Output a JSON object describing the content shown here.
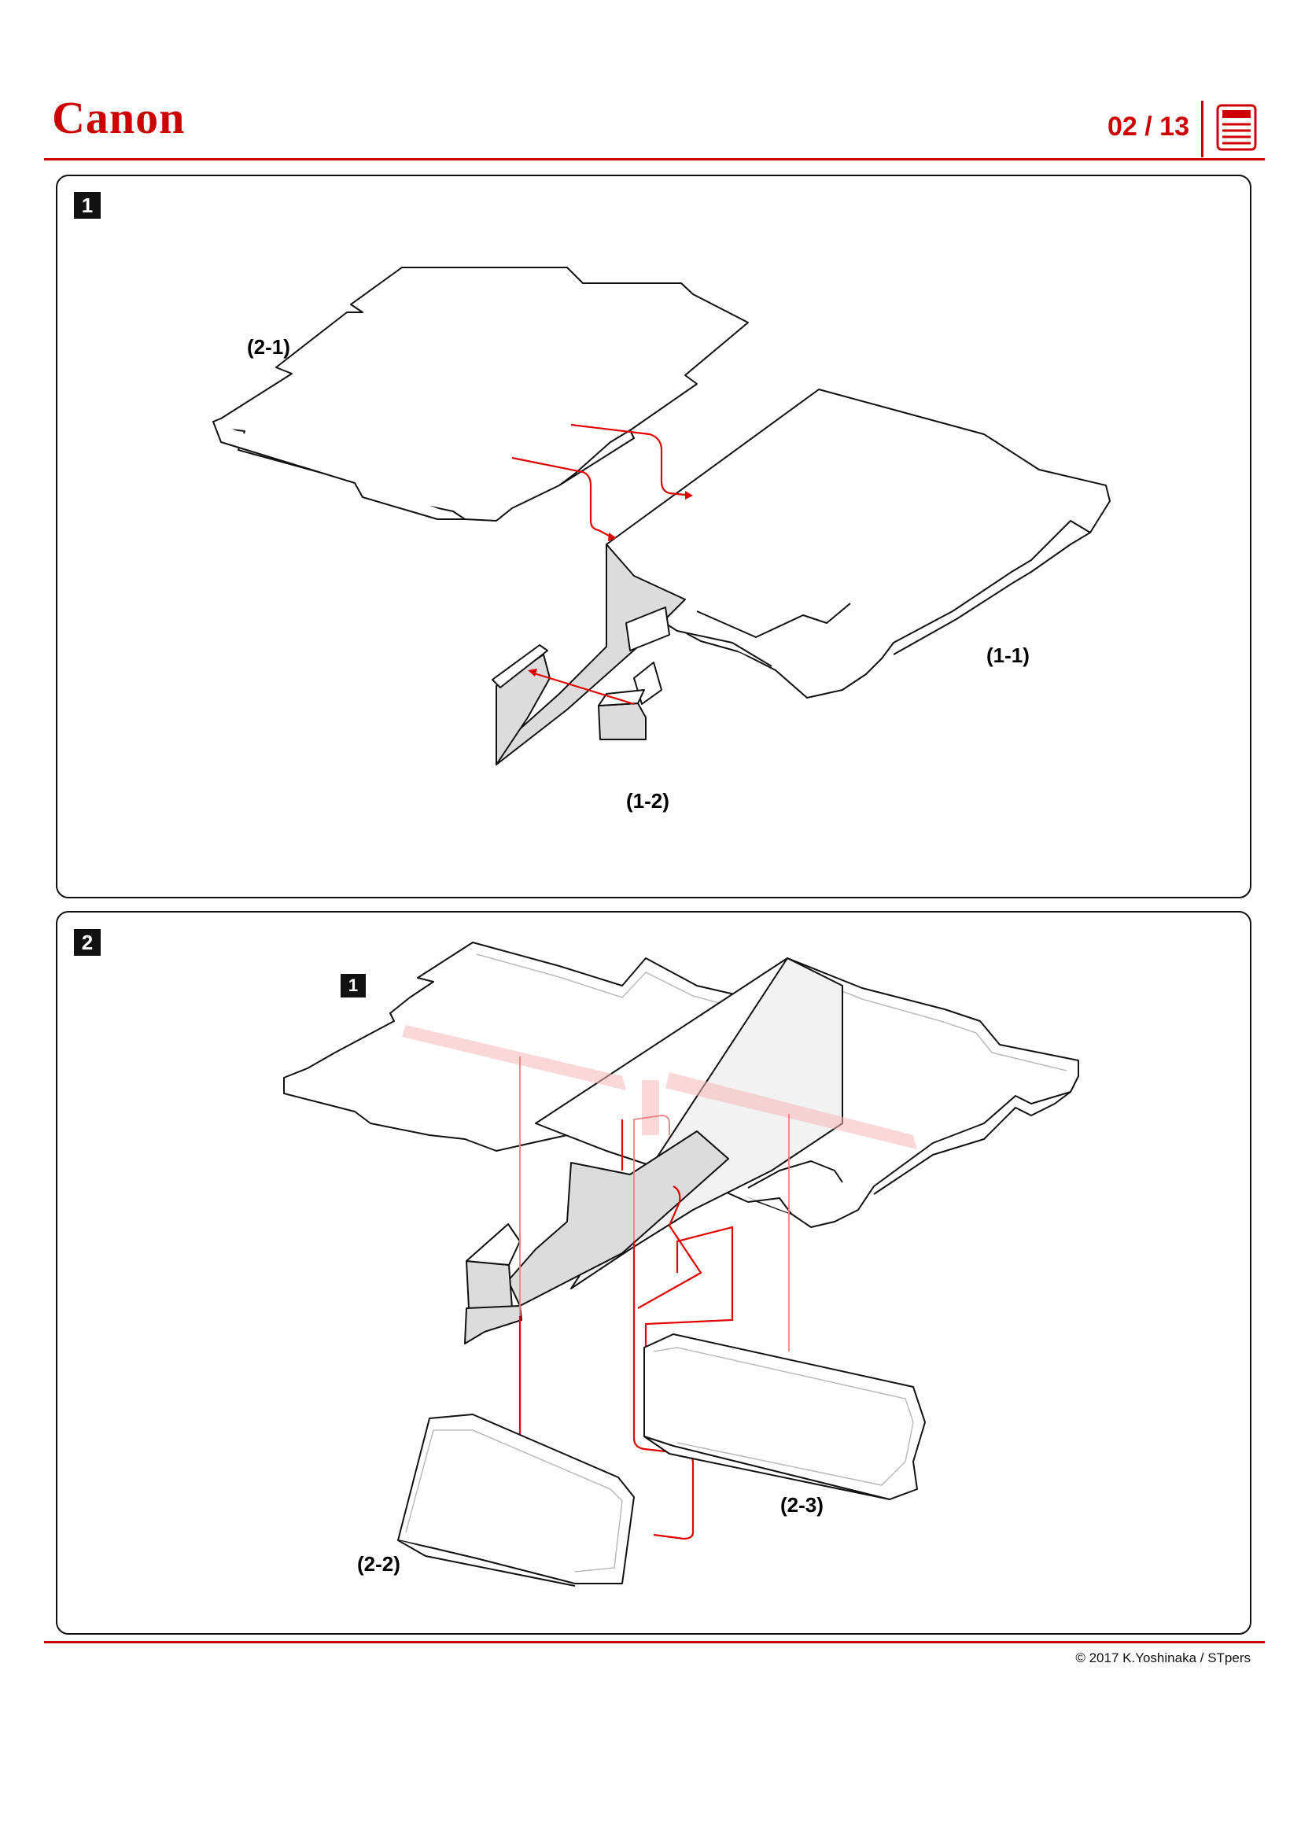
{
  "header": {
    "logo_text": "Canon",
    "page_indicator": "02 / 13",
    "accent_color": "#cc0000"
  },
  "panels": [
    {
      "step": "1",
      "labels": [
        "(2-1)",
        "(1-1)",
        "(1-2)"
      ]
    },
    {
      "step": "2",
      "ref_step": "1",
      "labels": [
        "(2-2)",
        "(2-3)"
      ]
    }
  ],
  "footer": {
    "copyright": "© 2017 K.Yoshinaka / STpers"
  }
}
